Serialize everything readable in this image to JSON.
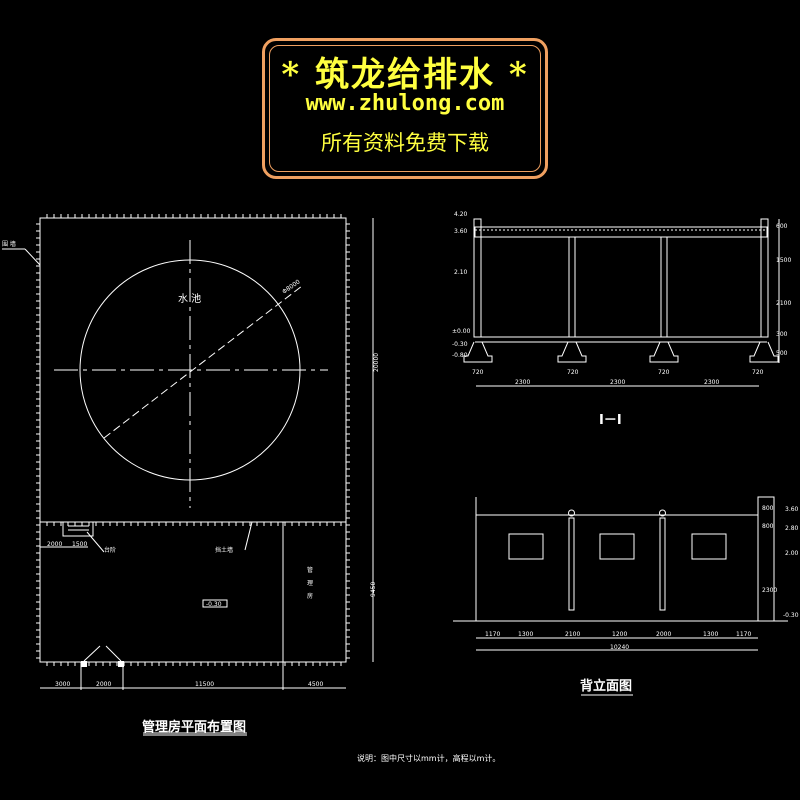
{
  "logo": {
    "title": "* 筑龙给排水 *",
    "url": "www.zhulong.com",
    "slogan": "所有资料免费下载"
  },
  "plan": {
    "title": "管理房平面布置图",
    "wall_label": "围 墙",
    "pool_label": "水 池",
    "pool_diameter": "Φ8000",
    "steps_label": "台阶",
    "retaining_wall_label": "挡土墙",
    "room_label": [
      "管",
      "理",
      "房"
    ],
    "level_tag": "-0.30",
    "height_dim_top": "20000",
    "height_dim_bottom": "9450",
    "step_dims": [
      "2000",
      "1500"
    ],
    "bottom_dims": [
      "3000",
      "2000",
      "11500",
      "4500"
    ]
  },
  "section": {
    "title": "I－I",
    "levels": [
      "4.20",
      "3.60",
      "2.10",
      "±0.00",
      "-0.30",
      "-0.80"
    ],
    "right_dims": [
      "600",
      "1500",
      "2100",
      "300",
      "500"
    ],
    "footing_dims": [
      "720",
      "720",
      "720",
      "720"
    ],
    "bay_dims": [
      "2300",
      "2300",
      "2300"
    ]
  },
  "elevation": {
    "title": "背立面图",
    "levels": [
      "3.60",
      "2.80",
      "2.00",
      "-0.30"
    ],
    "right_dims": [
      "800",
      "800",
      "2300"
    ],
    "dims": [
      "1170",
      "1300",
      "2100",
      "1200",
      "2000",
      "1300",
      "1170"
    ],
    "total": "10240"
  },
  "note": "说明：图中尺寸以mm计，高程以m计。"
}
